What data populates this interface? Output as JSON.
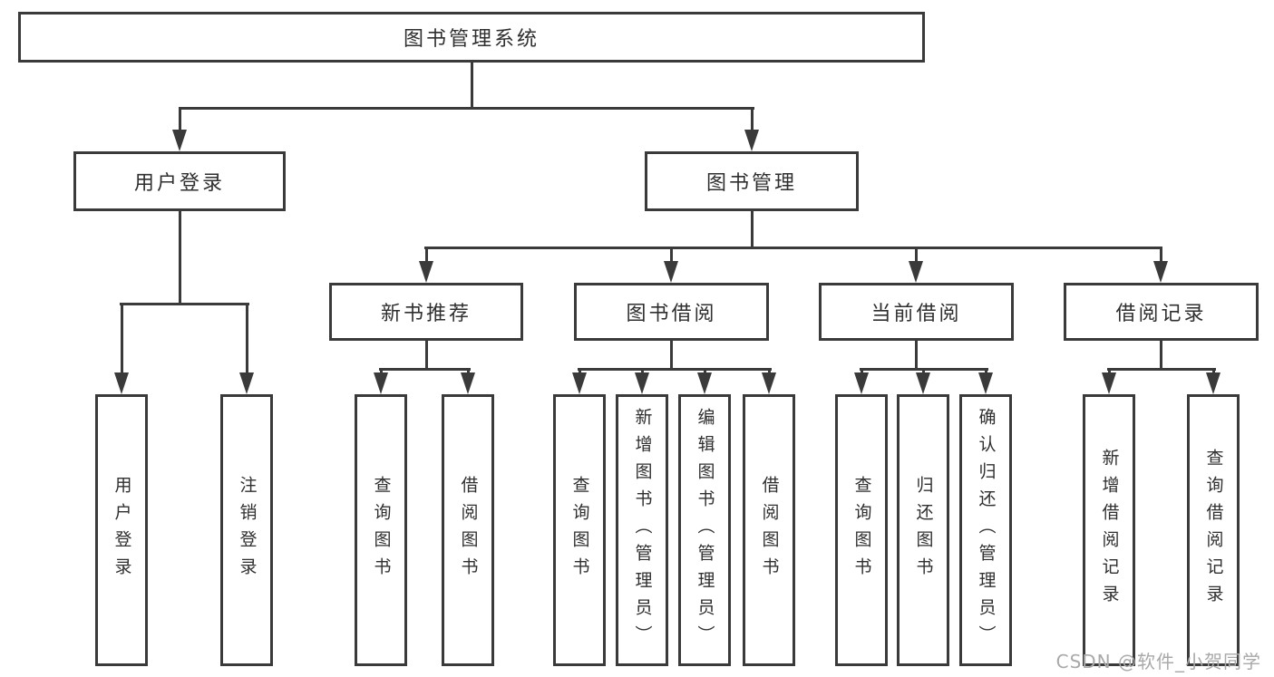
{
  "diagram": {
    "root": {
      "label": "图书管理系统"
    },
    "level2": [
      {
        "id": "user-login",
        "label": "用户登录"
      },
      {
        "id": "book-management",
        "label": "图书管理"
      }
    ],
    "level3": [
      {
        "id": "new-book-recommend",
        "label": "新书推荐"
      },
      {
        "id": "book-borrow",
        "label": "图书借阅"
      },
      {
        "id": "current-borrow",
        "label": "当前借阅"
      },
      {
        "id": "borrow-record",
        "label": "借阅记录"
      }
    ],
    "leaves": {
      "user_login": [
        "用户登录",
        "注销登录"
      ],
      "new_book": [
        "查询图书",
        "借阅图书"
      ],
      "book_borrow": [
        "查询图书",
        "新增图书（管理员）",
        "编辑图书（管理员）",
        "借阅图书"
      ],
      "current_borrow": [
        "查询图书",
        "归还图书",
        "确认归还（管理员）"
      ],
      "borrow_record": [
        "新增借阅记录",
        "查询借阅记录"
      ]
    },
    "watermark": "CSDN @软件_小贺同学",
    "colors": {
      "line": "#3a3a3a",
      "text": "#2f2f2f",
      "watermark": "#a9a9a9",
      "background": "#ffffff"
    }
  }
}
